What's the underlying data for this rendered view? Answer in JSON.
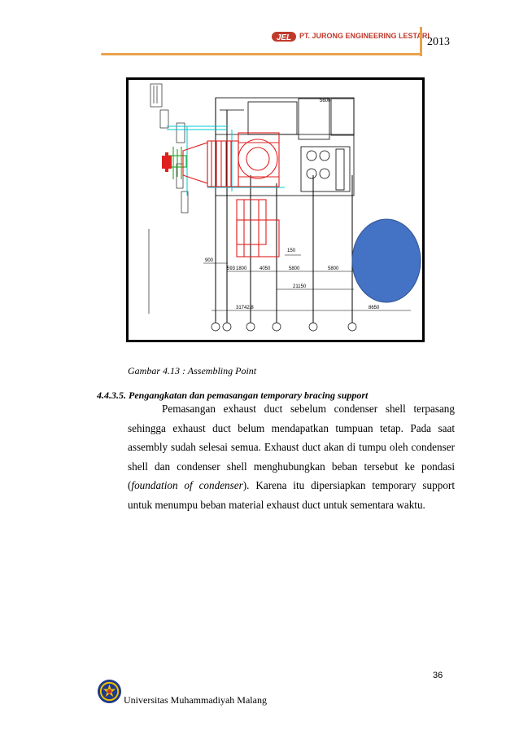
{
  "header": {
    "logo_text": "JEL",
    "company": "PT. JURONG ENGINEERING LESTARI",
    "year": "2013",
    "accent_color": "#e8a24a",
    "company_color": "#c0392b"
  },
  "figure": {
    "dimensions": [
      "5600",
      "150",
      "900",
      "593",
      "1800",
      "4050",
      "5800",
      "5800",
      "21150",
      "31742.8",
      "8650"
    ],
    "ellipse_color": "#4472c4"
  },
  "caption": "Gambar 4.13 : Assembling Point",
  "section_heading": "4.4.3.5.  Pengangkatan dan pemasangan temporary bracing support",
  "paragraph": {
    "run1": "Pemasangan exhaust duct sebelum condenser shell terpasang sehingga exhaust duct belum mendapatkan tumpuan tetap. Pada saat assembly sudah selesai semua. Exhaust duct akan di tumpu oleh condenser shell dan condenser shell menghubungkan beban tersebut ke pondasi (",
    "italic": "foundation of condenser",
    "run2": "). Karena itu dipersiapkan temporary support untuk menumpu beban material exhaust duct untuk sementara waktu."
  },
  "page_number": "36",
  "footer": {
    "university": "Universitas Muhammadiyah Malang"
  }
}
